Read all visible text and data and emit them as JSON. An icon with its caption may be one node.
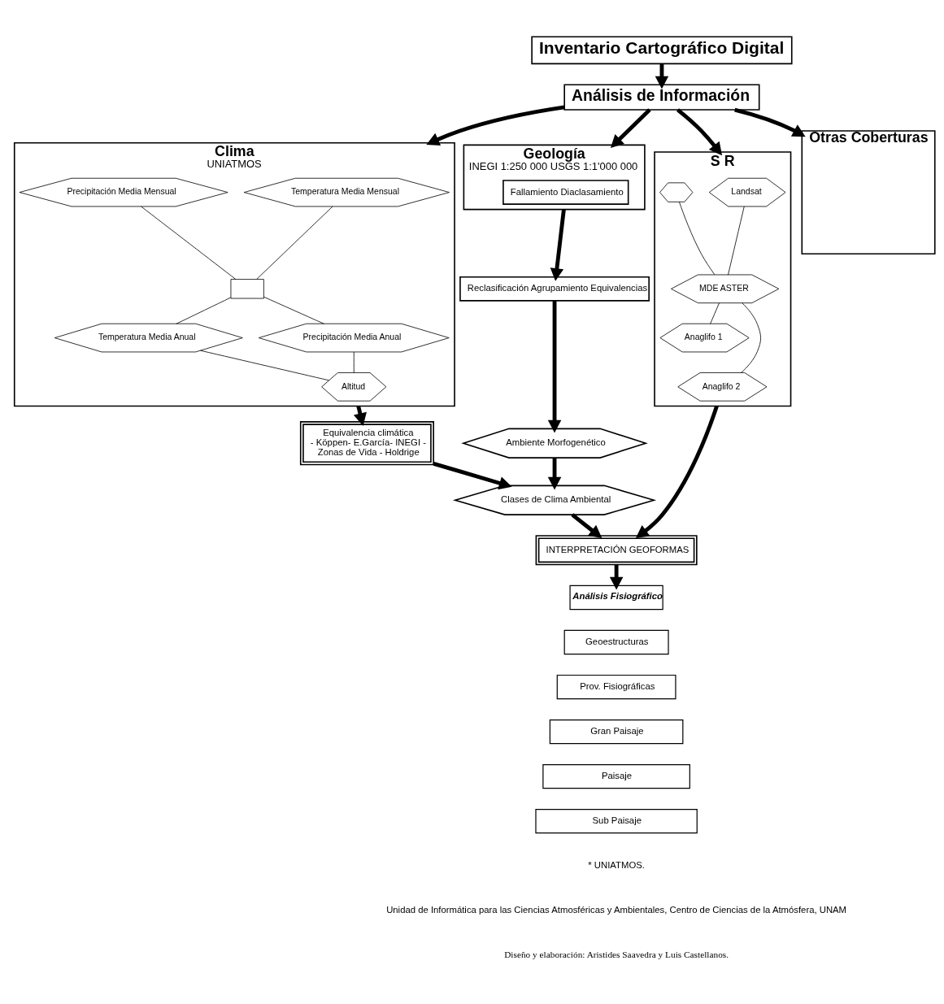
{
  "diagram": {
    "nodes": [
      {
        "text": [
          "Inventario Cartográfico Digital"
        ]
      },
      {
        "text": [
          "Análisis de Información"
        ]
      },
      {
        "text": [
          "Geología",
          "INEGI 1:250 000 USGS 1:1'000 000"
        ]
      },
      {
        "text": [
          "Fallamiento Diaclasamiento"
        ],
        "in": 2
      },
      {
        "text": [
          "Clima",
          "UNIATMOS"
        ]
      },
      {
        "text": [
          "Temperatura Media Mensual"
        ],
        "in": 4
      },
      {
        "text": [
          "Precipitación Media Mensual"
        ],
        "in": 4
      },
      {
        "text": [],
        "shape": "box",
        "in": 4
      },
      {
        "text": [
          "Temperatura Media Anual"
        ],
        "in": 4
      },
      {
        "text": [
          "Precipitación Media Anual"
        ],
        "in": 4
      },
      {
        "text": [
          "Altitud"
        ],
        "in": 4
      },
      {
        "text": [
          "S R"
        ]
      },
      {
        "text": [
          "Landsat"
        ],
        "in": 11
      },
      {
        "text": [],
        "shape": "hexagon",
        "in": 11
      },
      {
        "text": [
          "MDE ASTER"
        ],
        "in": 11
      },
      {
        "text": [
          "Anaglifo 1"
        ],
        "in": 11
      },
      {
        "text": [
          "Anaglifo 2"
        ],
        "in": 11
      },
      {
        "text": [
          "Otras Coberturas"
        ]
      },
      {
        "text": [
          "Reclasificación Agrupamiento Equivalencias"
        ]
      },
      {
        "text": [
          "Equivalencia climática",
          "- Köppen- E.García- INEGI - Zonas de Vida - Holdrige"
        ]
      },
      {
        "text": [
          "Ambiente Morfogenético"
        ]
      },
      {
        "text": [
          "Clases de Clima Ambiental"
        ]
      },
      {
        "text": [
          "INTERPRETACIÓN GEOFORMAS"
        ]
      },
      {
        "text": [
          "Análisis Fisiográfico"
        ]
      },
      {
        "text": [
          "Geoestructuras"
        ]
      },
      {
        "text": [
          "Prov. Fisiográficas"
        ]
      },
      {
        "text": [
          "Gran Paisaje"
        ]
      },
      {
        "text": [
          "Paisaje"
        ]
      },
      {
        "text": [
          "Sub Paisaje"
        ]
      }
    ],
    "edges": [
      {
        "from": 0,
        "to": 1,
        "arrow": "to"
      },
      {
        "from": 1,
        "to": 2,
        "arrow": "to"
      },
      {
        "from": 1,
        "to": 4,
        "arrow": "to"
      },
      {
        "from": 1,
        "to": 11,
        "arrow": "to"
      },
      {
        "from": 1,
        "to": 17,
        "arrow": "to"
      },
      {
        "from": 5,
        "to": 7,
        "arrow": "none"
      },
      {
        "from": 6,
        "to": 7,
        "arrow": "none"
      },
      {
        "from": 7,
        "to": 8,
        "arrow": "none"
      },
      {
        "from": 7,
        "to": 9,
        "arrow": "none"
      },
      {
        "from": 8,
        "to": 10,
        "arrow": "none"
      },
      {
        "from": 9,
        "to": 10,
        "arrow": "none"
      },
      {
        "from": 12,
        "to": 14,
        "arrow": "none"
      },
      {
        "from": 13,
        "to": 14,
        "arrow": "none"
      },
      {
        "from": 14,
        "to": 15,
        "arrow": "none"
      },
      {
        "from": 14,
        "to": 16,
        "arrow": "none"
      },
      {
        "from": 2,
        "to": 18,
        "arrow": "to"
      },
      {
        "from": 18,
        "to": 20,
        "arrow": "to"
      },
      {
        "from": 4,
        "to": 19,
        "arrow": "to"
      },
      {
        "from": 19,
        "to": 21,
        "arrow": "to"
      },
      {
        "from": 20,
        "to": 21,
        "arrow": "to"
      },
      {
        "from": 21,
        "to": 22,
        "arrow": "to"
      },
      {
        "from": 11,
        "to": 22,
        "arrow": "to"
      },
      {
        "from": 22,
        "to": 23,
        "arrow": "to"
      }
    ],
    "labels": [
      "* UNIATMOS.",
      "Unidad de Informática para las Ciencias Atmosféricas y Ambientales, Centro de Ciencias de la Atmósfera, UNAM",
      "Diseño y elaboración: Aristides Saavedra y Luis Castellanos."
    ]
  }
}
